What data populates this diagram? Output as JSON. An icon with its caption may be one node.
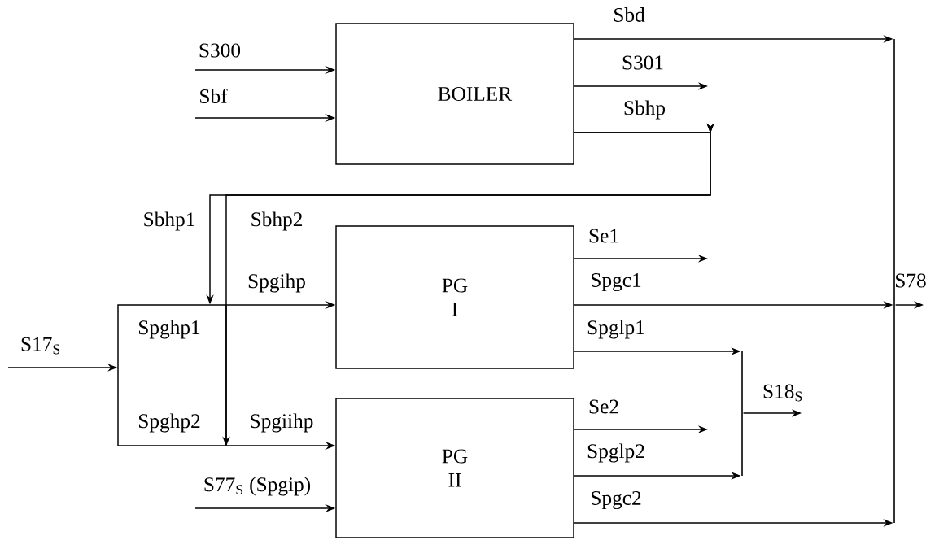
{
  "diagram": {
    "nodes": [
      {
        "text": [
          "BOILER"
        ]
      },
      {
        "text": [
          "PG I"
        ]
      },
      {
        "text": [
          "PG II"
        ]
      },
      {
        "text": [
          "Spghp1",
          "Spghp2"
        ]
      },
      {
        "text": [],
        "shape": "bar"
      },
      {
        "text": [],
        "shape": "bar"
      }
    ],
    "edges": [
      {
        "from": null,
        "to": 0,
        "arrow": "to",
        "label": "S300"
      },
      {
        "from": null,
        "to": 0,
        "arrow": "to",
        "label": "Sbf"
      },
      {
        "from": 0,
        "to": 4,
        "arrow": "to",
        "label": "Sbd"
      },
      {
        "from": 0,
        "to": null,
        "arrow": "to",
        "label": "S301"
      },
      {
        "from": 0,
        "to": 3,
        "arrow": "to",
        "label": "Sbhp1"
      },
      {
        "from": 0,
        "to": 3,
        "arrow": "to",
        "label": "Sbhp2"
      },
      {
        "from": null,
        "to": 3,
        "arrow": "to",
        "label": "S17$_{S}$"
      },
      {
        "from": 3,
        "to": 1,
        "arrow": "to",
        "label": "Spgihp"
      },
      {
        "from": 3,
        "to": 2,
        "arrow": "to",
        "label": "Spgiihp"
      },
      {
        "from": null,
        "to": 2,
        "arrow": "to",
        "label": "S77$_{S}$ (Spgip)"
      },
      {
        "from": 1,
        "to": null,
        "arrow": "to",
        "label": "Se1"
      },
      {
        "from": 1,
        "to": 4,
        "arrow": "to",
        "label": "Spgc1"
      },
      {
        "from": 1,
        "to": 5,
        "arrow": "to",
        "label": "Spglp1"
      },
      {
        "from": 2,
        "to": null,
        "arrow": "to",
        "label": "Se2"
      },
      {
        "from": 2,
        "to": 5,
        "arrow": "to",
        "label": "Spglp2"
      },
      {
        "from": 2,
        "to": 4,
        "arrow": "to",
        "label": "Spgc2"
      },
      {
        "from": 4,
        "to": null,
        "arrow": "to",
        "label": "S78"
      },
      {
        "from": 5,
        "to": null,
        "arrow": "to",
        "label": "S18$_{S}$"
      }
    ],
    "labels": [
      "Sbhp"
    ]
  }
}
